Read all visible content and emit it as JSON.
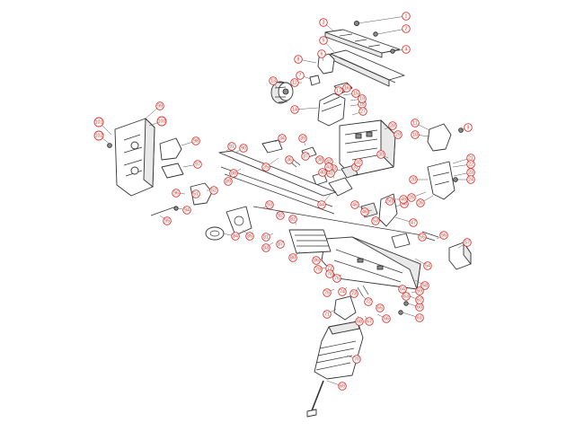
{
  "diagram": {
    "line_color": "#333333",
    "label_color": "#d9332b",
    "callouts": [
      {
        "id": "1"
      },
      {
        "id": "2"
      },
      {
        "id": "3"
      },
      {
        "id": "4"
      },
      {
        "id": "5"
      },
      {
        "id": "6"
      },
      {
        "id": "7"
      },
      {
        "id": "8"
      },
      {
        "id": "9"
      },
      {
        "id": "10"
      },
      {
        "id": "11"
      },
      {
        "id": "12"
      },
      {
        "id": "13"
      },
      {
        "id": "14"
      },
      {
        "id": "15"
      },
      {
        "id": "16"
      },
      {
        "id": "17"
      },
      {
        "id": "18"
      },
      {
        "id": "19"
      },
      {
        "id": "20"
      },
      {
        "id": "21"
      },
      {
        "id": "22"
      },
      {
        "id": "23"
      },
      {
        "id": "24"
      },
      {
        "id": "25"
      },
      {
        "id": "26"
      },
      {
        "id": "27"
      },
      {
        "id": "28"
      },
      {
        "id": "29"
      },
      {
        "id": "30"
      },
      {
        "id": "31"
      },
      {
        "id": "32"
      },
      {
        "id": "33"
      },
      {
        "id": "34"
      },
      {
        "id": "35"
      },
      {
        "id": "36"
      },
      {
        "id": "37"
      },
      {
        "id": "38"
      },
      {
        "id": "39"
      },
      {
        "id": "40"
      },
      {
        "id": "41"
      },
      {
        "id": "42"
      },
      {
        "id": "43"
      },
      {
        "id": "44"
      },
      {
        "id": "45"
      },
      {
        "id": "46"
      },
      {
        "id": "47"
      },
      {
        "id": "48"
      },
      {
        "id": "49"
      },
      {
        "id": "50"
      },
      {
        "id": "51"
      },
      {
        "id": "52"
      },
      {
        "id": "53"
      },
      {
        "id": "54"
      },
      {
        "id": "55"
      },
      {
        "id": "56"
      },
      {
        "id": "57"
      },
      {
        "id": "58"
      },
      {
        "id": "59"
      },
      {
        "id": "60"
      },
      {
        "id": "61"
      },
      {
        "id": "62"
      },
      {
        "id": "63"
      },
      {
        "id": "64"
      },
      {
        "id": "65"
      },
      {
        "id": "66"
      },
      {
        "id": "67"
      },
      {
        "id": "68"
      },
      {
        "id": "69"
      },
      {
        "id": "70"
      },
      {
        "id": "71"
      },
      {
        "id": "72"
      },
      {
        "id": "73"
      },
      {
        "id": "74"
      },
      {
        "id": "75"
      },
      {
        "id": "76"
      },
      {
        "id": "77"
      },
      {
        "id": "78"
      },
      {
        "id": "79"
      },
      {
        "id": "80"
      },
      {
        "id": "81"
      },
      {
        "id": "82"
      },
      {
        "id": "83"
      },
      {
        "id": "84"
      },
      {
        "id": "85"
      },
      {
        "id": "86"
      },
      {
        "id": "87"
      },
      {
        "id": "88"
      },
      {
        "id": "89"
      },
      {
        "id": "90"
      },
      {
        "id": "91"
      },
      {
        "id": "92"
      },
      {
        "id": "93"
      },
      {
        "id": "94"
      },
      {
        "id": "95"
      },
      {
        "id": "96"
      },
      {
        "id": "97"
      },
      {
        "id": "98"
      },
      {
        "id": "99"
      },
      {
        "id": "100"
      },
      {
        "id": "101"
      },
      {
        "id": "102"
      }
    ]
  }
}
